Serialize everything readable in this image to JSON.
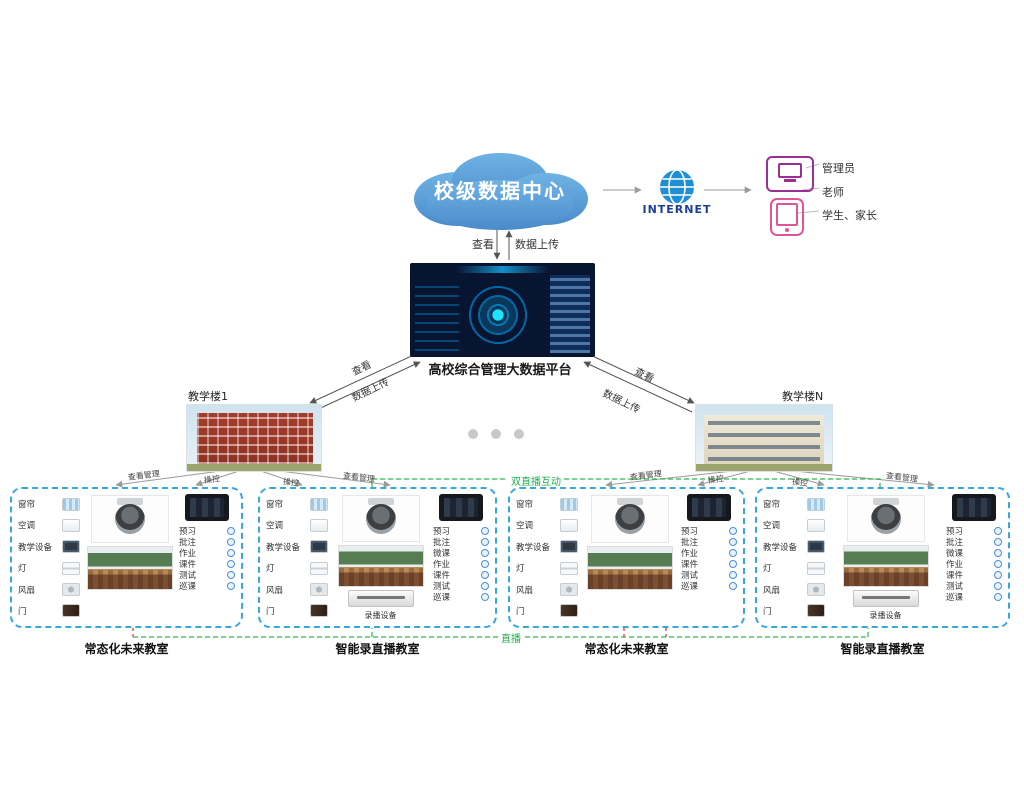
{
  "header": {
    "cloud_label": "校级数据中心",
    "internet_label": "INTERNET",
    "users": [
      {
        "label": "管理员"
      },
      {
        "label": "老师"
      },
      {
        "label": "学生、家长"
      }
    ]
  },
  "platform": {
    "caption": "高校综合管理大数据平台"
  },
  "links": {
    "view": "查看",
    "upload": "数据上传",
    "view_manage": "查看管理",
    "control": "操控",
    "dual_live": "双直播互动",
    "live": "直播"
  },
  "buildings": [
    {
      "label": "教学楼1"
    },
    {
      "label": "教学楼N"
    }
  ],
  "classrooms": [
    {
      "label": "常态化未来教室",
      "devices": [
        "窗帘",
        "空调",
        "教学设备",
        "灯",
        "风扇",
        "门"
      ],
      "functions": [
        "预习",
        "批注",
        "作业",
        "课件",
        "测试",
        "巡课"
      ],
      "live_label": "直播"
    },
    {
      "label": "智能录直播教室",
      "devices": [
        "窗帘",
        "空调",
        "教学设备",
        "灯",
        "风扇",
        "门"
      ],
      "functions": [
        "预习",
        "批注",
        "微课",
        "作业",
        "课件",
        "测试",
        "巡课"
      ],
      "recorder_label": "录播设备"
    },
    {
      "label": "常态化未来教室",
      "devices": [
        "窗帘",
        "空调",
        "教学设备",
        "灯",
        "风扇",
        "门"
      ],
      "functions": [
        "预习",
        "批注",
        "作业",
        "课件",
        "测试",
        "巡课"
      ],
      "live_label": "直播",
      "live_label_2": "直播"
    },
    {
      "label": "智能录直播教室",
      "devices": [
        "窗帘",
        "空调",
        "教学设备",
        "灯",
        "风扇",
        "门"
      ],
      "functions": [
        "预习",
        "批注",
        "微课",
        "作业",
        "课件",
        "测试",
        "巡课"
      ],
      "recorder_label": "录播设备"
    }
  ]
}
